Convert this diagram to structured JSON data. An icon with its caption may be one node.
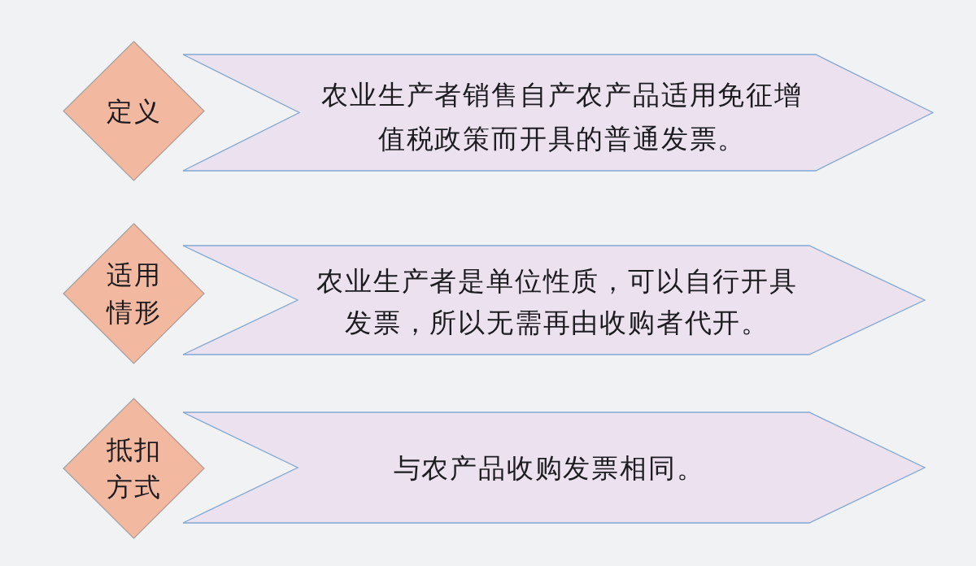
{
  "diagram": {
    "nodes": [
      {
        "text": [
          "定义"
        ]
      },
      {
        "text": [
          "农业生产者销售自产农产品适用免征增值税政策而开具的普通发票。"
        ]
      },
      {
        "text": [
          "适用情形"
        ]
      },
      {
        "text": [
          "农业生产者是单位性质，可以自行开具发票，所以无需再由收购者代开。"
        ]
      },
      {
        "text": [
          "抵扣方式"
        ]
      },
      {
        "text": [
          "与农产品收购发票相同。"
        ]
      }
    ]
  }
}
